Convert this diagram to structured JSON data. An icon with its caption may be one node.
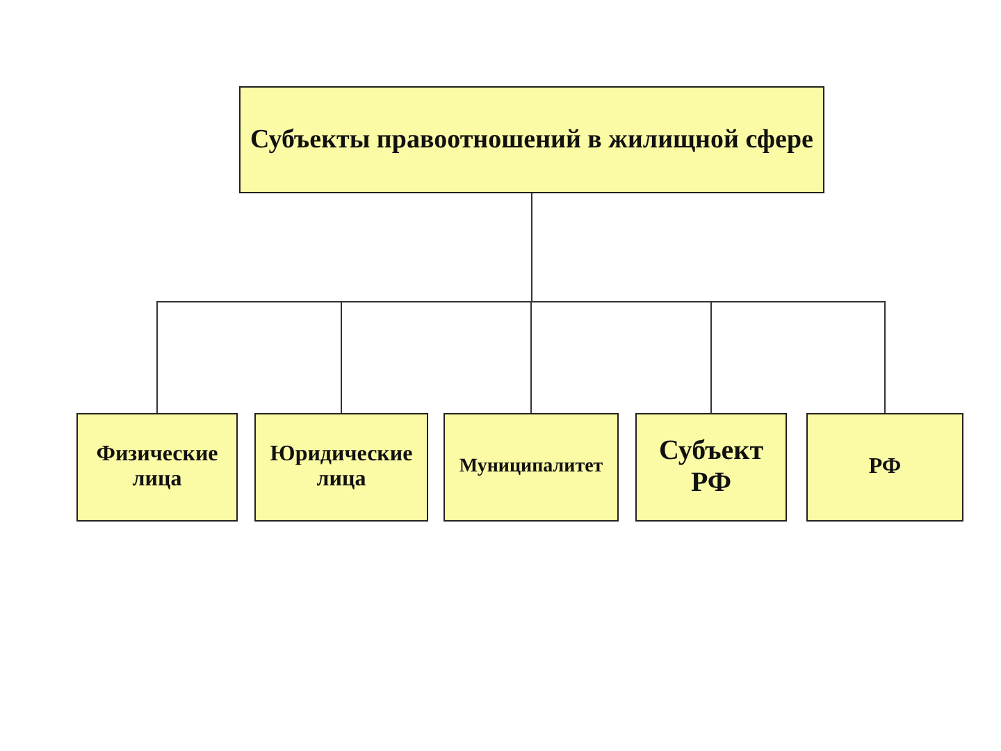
{
  "diagram": {
    "nodes": [
      {
        "text": [
          "Субъекты правоотношений в жилищной сфере"
        ]
      },
      {
        "text": [
          "Физические лица"
        ]
      },
      {
        "text": [
          "Юридические лица"
        ]
      },
      {
        "text": [
          "Муниципалитет"
        ]
      },
      {
        "text": [
          "Субъект РФ"
        ]
      },
      {
        "text": [
          "РФ"
        ]
      }
    ],
    "edges": [
      {
        "from": 0,
        "to": 1,
        "arrow": "none"
      },
      {
        "from": 0,
        "to": 2,
        "arrow": "none"
      },
      {
        "from": 0,
        "to": 3,
        "arrow": "none"
      },
      {
        "from": 0,
        "to": 4,
        "arrow": "none"
      },
      {
        "from": 0,
        "to": 5,
        "arrow": "none"
      }
    ]
  }
}
